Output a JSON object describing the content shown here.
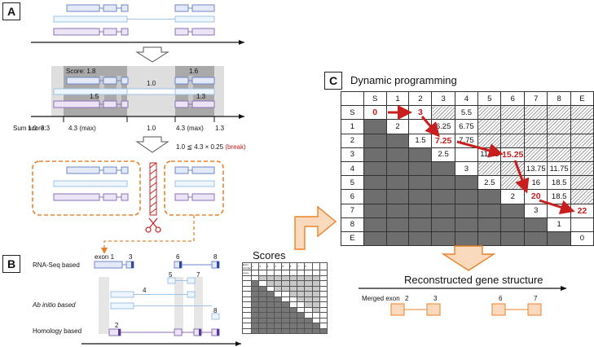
{
  "panels": {
    "a": "A",
    "b": "B",
    "c": "C"
  },
  "panel_a": {
    "score_label": "Score: 1.8",
    "scores": [
      "1.6",
      "1.0",
      "1.5",
      "1.3"
    ],
    "sum_label": "Sum score:",
    "sum_values": [
      "1.0",
      "3.3",
      "4.3 (max)",
      "1.0",
      "4.3 (max)",
      "1.3"
    ],
    "break_condition": "1.0 ≦ 4.3 × 0.25",
    "break_note": "(break)"
  },
  "panel_b": {
    "rows": [
      "RNA-Seq based",
      "Ab initio based",
      "Homology based"
    ],
    "exon_label": "exon 1",
    "exon_numbers": [
      "3",
      "6",
      "8",
      "5",
      "7",
      "4",
      "8",
      "2"
    ],
    "scores_title": "Scores",
    "mini_header": [
      "Exon number",
      "1",
      "2",
      "3",
      "4",
      "5",
      "6",
      "7",
      "8"
    ],
    "mini_score_label": "score"
  },
  "panel_c": {
    "title": "Dynamic programming",
    "col_headers": [
      "",
      "S",
      "1",
      "2",
      "3",
      "4",
      "5",
      "6",
      "7",
      "8",
      "E"
    ],
    "rows": [
      {
        "h": "S",
        "cells": [
          "0",
          "",
          "3",
          "",
          "5.5",
          "",
          "",
          "",
          "",
          ""
        ]
      },
      {
        "h": "1",
        "cells": [
          "",
          "2",
          "",
          "6.25",
          "6.75",
          "",
          "",
          "",
          "",
          ""
        ]
      },
      {
        "h": "2",
        "cells": [
          "",
          "",
          "1.5",
          "7.25",
          "7.75",
          "",
          "",
          "",
          "",
          ""
        ]
      },
      {
        "h": "3",
        "cells": [
          "",
          "",
          "",
          "2.5",
          "",
          "11.25",
          "15.25",
          "",
          "",
          ""
        ]
      },
      {
        "h": "4",
        "cells": [
          "",
          "",
          "",
          "",
          "3",
          "",
          "",
          "13.75",
          "11.75",
          ""
        ]
      },
      {
        "h": "5",
        "cells": [
          "",
          "",
          "",
          "",
          "",
          "2.5",
          "",
          "16",
          "18.5",
          ""
        ]
      },
      {
        "h": "6",
        "cells": [
          "",
          "",
          "",
          "",
          "",
          "",
          "2",
          "20",
          "18.5",
          ""
        ]
      },
      {
        "h": "7",
        "cells": [
          "",
          "",
          "",
          "",
          "",
          "",
          "",
          "3",
          "",
          "22"
        ]
      },
      {
        "h": "8",
        "cells": [
          "",
          "",
          "",
          "",
          "",
          "",
          "",
          "",
          "1",
          ""
        ]
      },
      {
        "h": "E",
        "cells": [
          "",
          "",
          "",
          "",
          "",
          "",
          "",
          "",
          "",
          "0"
        ]
      }
    ],
    "reconstructed_title": "Reconstructed gene structure",
    "merged_label": "Merged exon",
    "merged_numbers": [
      "2",
      "3",
      "6",
      "7"
    ]
  },
  "colors": {
    "blue": "#6f86c8",
    "lightblue": "#9ec3e6",
    "purple": "#8b72b8",
    "orange": "#e8822a",
    "red": "#c81e1e",
    "orangeFill": "#fbd9bd"
  }
}
